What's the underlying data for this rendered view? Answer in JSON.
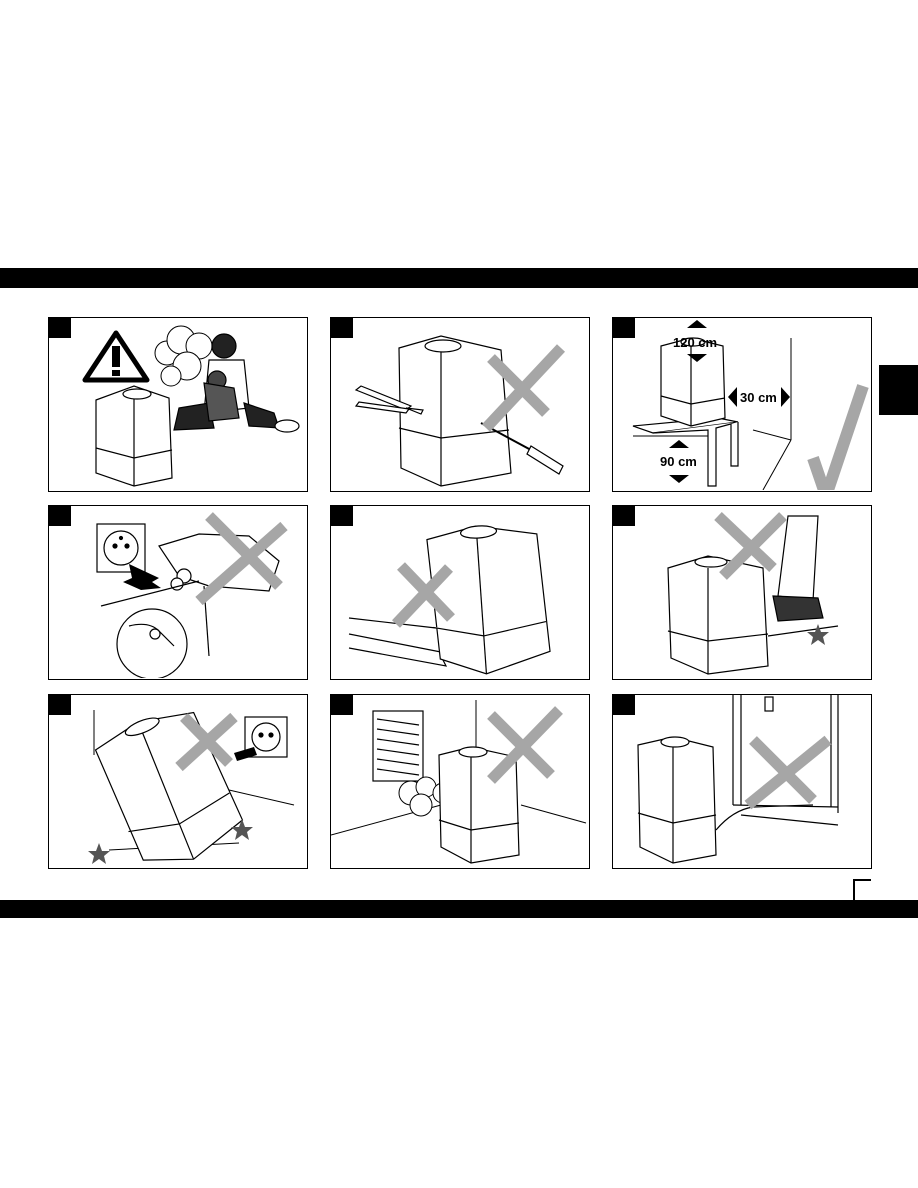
{
  "page": {
    "accent": "#000000",
    "cross_color": "#a6a6a6",
    "check_color": "#a6a6a6"
  },
  "panels": [
    {
      "id": 1,
      "verdict": "warning",
      "icon": "warning-triangle-icon"
    },
    {
      "id": 2,
      "verdict": "not-allowed",
      "icon": "cross-icon"
    },
    {
      "id": 3,
      "verdict": "allowed",
      "icon": "check-icon",
      "labels": {
        "top_clearance": "120 cm",
        "side_clearance": "30 cm",
        "height": "90 cm"
      }
    },
    {
      "id": 4,
      "verdict": "not-allowed",
      "icon": "cross-icon"
    },
    {
      "id": 5,
      "verdict": "not-allowed",
      "icon": "cross-icon"
    },
    {
      "id": 6,
      "verdict": "not-allowed",
      "icon": "cross-icon"
    },
    {
      "id": 7,
      "verdict": "not-allowed",
      "icon": "cross-icon"
    },
    {
      "id": 8,
      "verdict": "not-allowed",
      "icon": "cross-icon"
    },
    {
      "id": 9,
      "verdict": "not-allowed",
      "icon": "cross-icon"
    }
  ]
}
